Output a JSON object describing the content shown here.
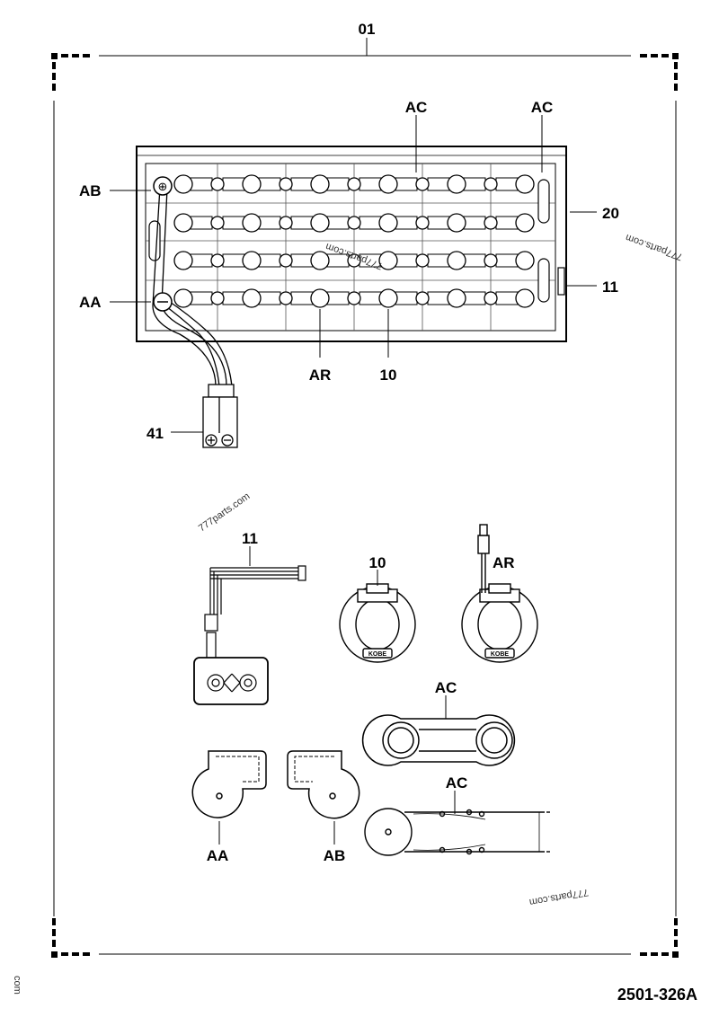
{
  "frame_label": "01",
  "labels": {
    "ab": "AB",
    "aa": "AA",
    "ac_top_1": "AC",
    "ac_top_2": "AC",
    "ar_top": "AR",
    "ten_top": "10",
    "twenty": "20",
    "eleven_right": "11",
    "forty_one": "41",
    "eleven_detail": "11",
    "ten_detail": "10",
    "ar_detail": "AR",
    "ac_detail_1": "AC",
    "ac_detail_2": "AC",
    "aa_detail": "AA",
    "ab_detail": "AB"
  },
  "watermarks": {
    "wm1": "777parts.com",
    "wm2": "777parts.com",
    "wm3": "777parts.com",
    "wm4": "777parts.com",
    "wm5": "com"
  },
  "kobe": {
    "k1": "KOBE",
    "k2": "KOBE"
  },
  "reference": "2501-326A"
}
